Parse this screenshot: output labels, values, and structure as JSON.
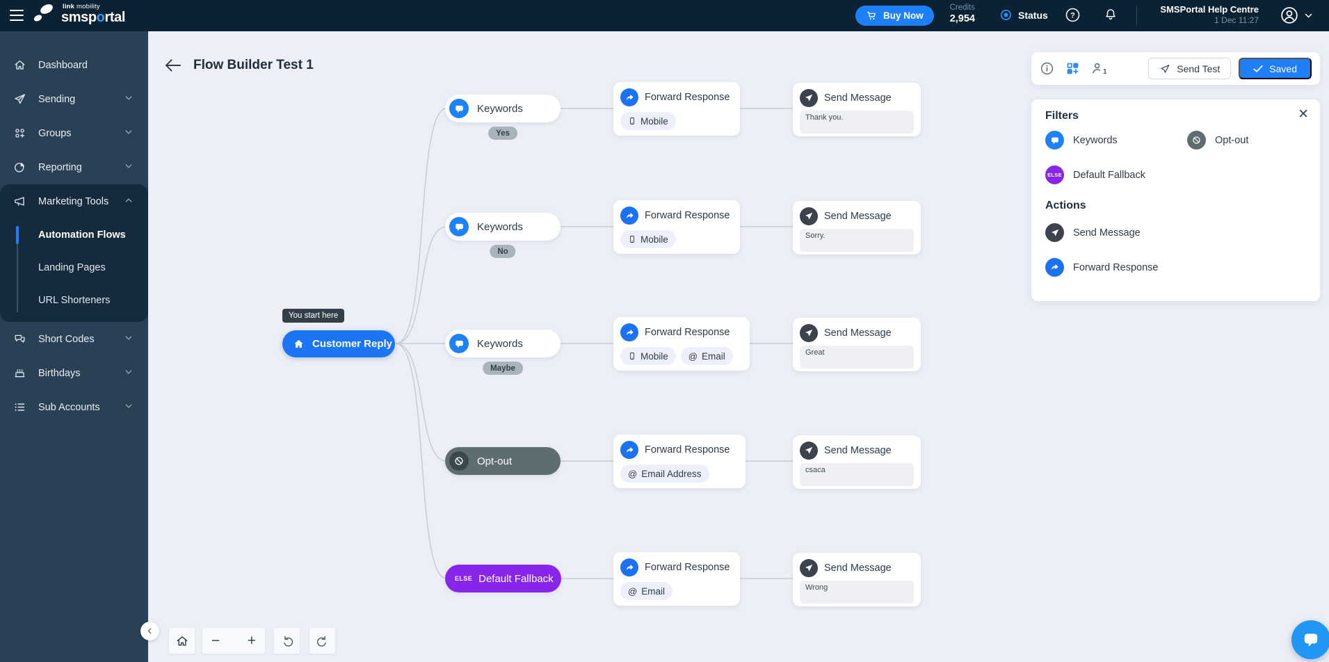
{
  "navbar": {
    "logo_link": "link",
    "logo_mobility": " mobility",
    "brand_pre": "smsp",
    "brand_o": "o",
    "brand_post": "rtal",
    "buy_now_label": "Buy Now",
    "credits_label": "Credits",
    "credits_value": "2,954",
    "status_label": "Status",
    "help_centre_title": "SMSPortal Help Centre",
    "help_centre_date": "1 Dec 11:27"
  },
  "sidebar": {
    "items": [
      {
        "label": "Dashboard",
        "icon": "home-icon",
        "expandable": false
      },
      {
        "label": "Sending",
        "icon": "paper-plane-icon",
        "expandable": true
      },
      {
        "label": "Groups",
        "icon": "groups-icon",
        "expandable": true
      },
      {
        "label": "Reporting",
        "icon": "pie-chart-icon",
        "expandable": true
      },
      {
        "label": "Marketing Tools",
        "icon": "megaphone-icon",
        "expandable": true,
        "expanded": true
      },
      {
        "label": "Short Codes",
        "icon": "chat-bubbles-icon",
        "expandable": true
      },
      {
        "label": "Birthdays",
        "icon": "cake-icon",
        "expandable": true
      },
      {
        "label": "Sub Accounts",
        "icon": "list-icon",
        "expandable": true
      }
    ],
    "sub_items": [
      {
        "label": "Automation Flows",
        "active": true
      },
      {
        "label": "Landing Pages",
        "active": false
      },
      {
        "label": "URL Shorteners",
        "active": false
      }
    ]
  },
  "header": {
    "title": "Flow Builder Test 1"
  },
  "toolbar": {
    "collab_count": "1",
    "send_test_label": "Send Test",
    "saved_label": "Saved"
  },
  "filters_panel": {
    "title": "Filters",
    "filters": [
      {
        "label": "Keywords",
        "icon": "chat-bubble-icon",
        "color": "#1e82f7"
      },
      {
        "label": "Opt-out",
        "icon": "block-icon",
        "color": "#5e6d70"
      },
      {
        "label": "Default Fallback",
        "icon": "else-badge",
        "badge": "ELSE",
        "color": "#8726ea"
      }
    ],
    "actions_title": "Actions",
    "actions": [
      {
        "label": "Send Message",
        "icon": "send-icon",
        "color": "#3c434e"
      },
      {
        "label": "Forward Response",
        "icon": "forward-icon",
        "color": "#1b72f2"
      }
    ]
  },
  "flow": {
    "start": {
      "tooltip": "You start here",
      "label": "Customer Reply"
    },
    "rows": [
      {
        "branch": {
          "label": "Keywords",
          "tag": "Yes"
        },
        "forward": {
          "title": "Forward Response",
          "targets": [
            {
              "icon": "mobile-icon",
              "label": "Mobile"
            }
          ]
        },
        "send": {
          "title": "Send Message",
          "message": "Thank you."
        }
      },
      {
        "branch": {
          "label": "Keywords",
          "tag": "No"
        },
        "forward": {
          "title": "Forward Response",
          "targets": [
            {
              "icon": "mobile-icon",
              "label": "Mobile"
            }
          ]
        },
        "send": {
          "title": "Send Message",
          "message": "Sorry."
        }
      },
      {
        "branch": {
          "label": "Keywords",
          "tag": "Maybe"
        },
        "forward": {
          "title": "Forward Response",
          "targets": [
            {
              "icon": "mobile-icon",
              "label": "Mobile"
            },
            {
              "icon": "at-icon",
              "label": "Email"
            }
          ]
        },
        "send": {
          "title": "Send Message",
          "message": "Great"
        }
      },
      {
        "branch": {
          "label": "Opt-out"
        },
        "forward": {
          "title": "Forward Response",
          "targets": [
            {
              "icon": "at-icon",
              "label": "Email Address"
            }
          ]
        },
        "send": {
          "title": "Send Message",
          "message": "csaca"
        }
      },
      {
        "branch": {
          "label": "Default Fallback",
          "badge": "ELSE"
        },
        "forward": {
          "title": "Forward Response",
          "targets": [
            {
              "icon": "at-icon",
              "label": "Email"
            }
          ]
        },
        "send": {
          "title": "Send Message",
          "message": "Wrong"
        }
      }
    ]
  },
  "icons": {
    "close": "✕",
    "minus": "−",
    "plus": "+",
    "at": "@",
    "question": "?"
  },
  "colors": {
    "accent_blue": "#1e7ff7",
    "forward_blue": "#1b72f2",
    "optout_gray": "#5e6d70",
    "fallback_purple": "#8726ea",
    "send_dark": "#3c434e",
    "navbar_bg": "#0a2233",
    "sidebar_bg": "#2a4054",
    "canvas_bg": "#edeff7"
  }
}
